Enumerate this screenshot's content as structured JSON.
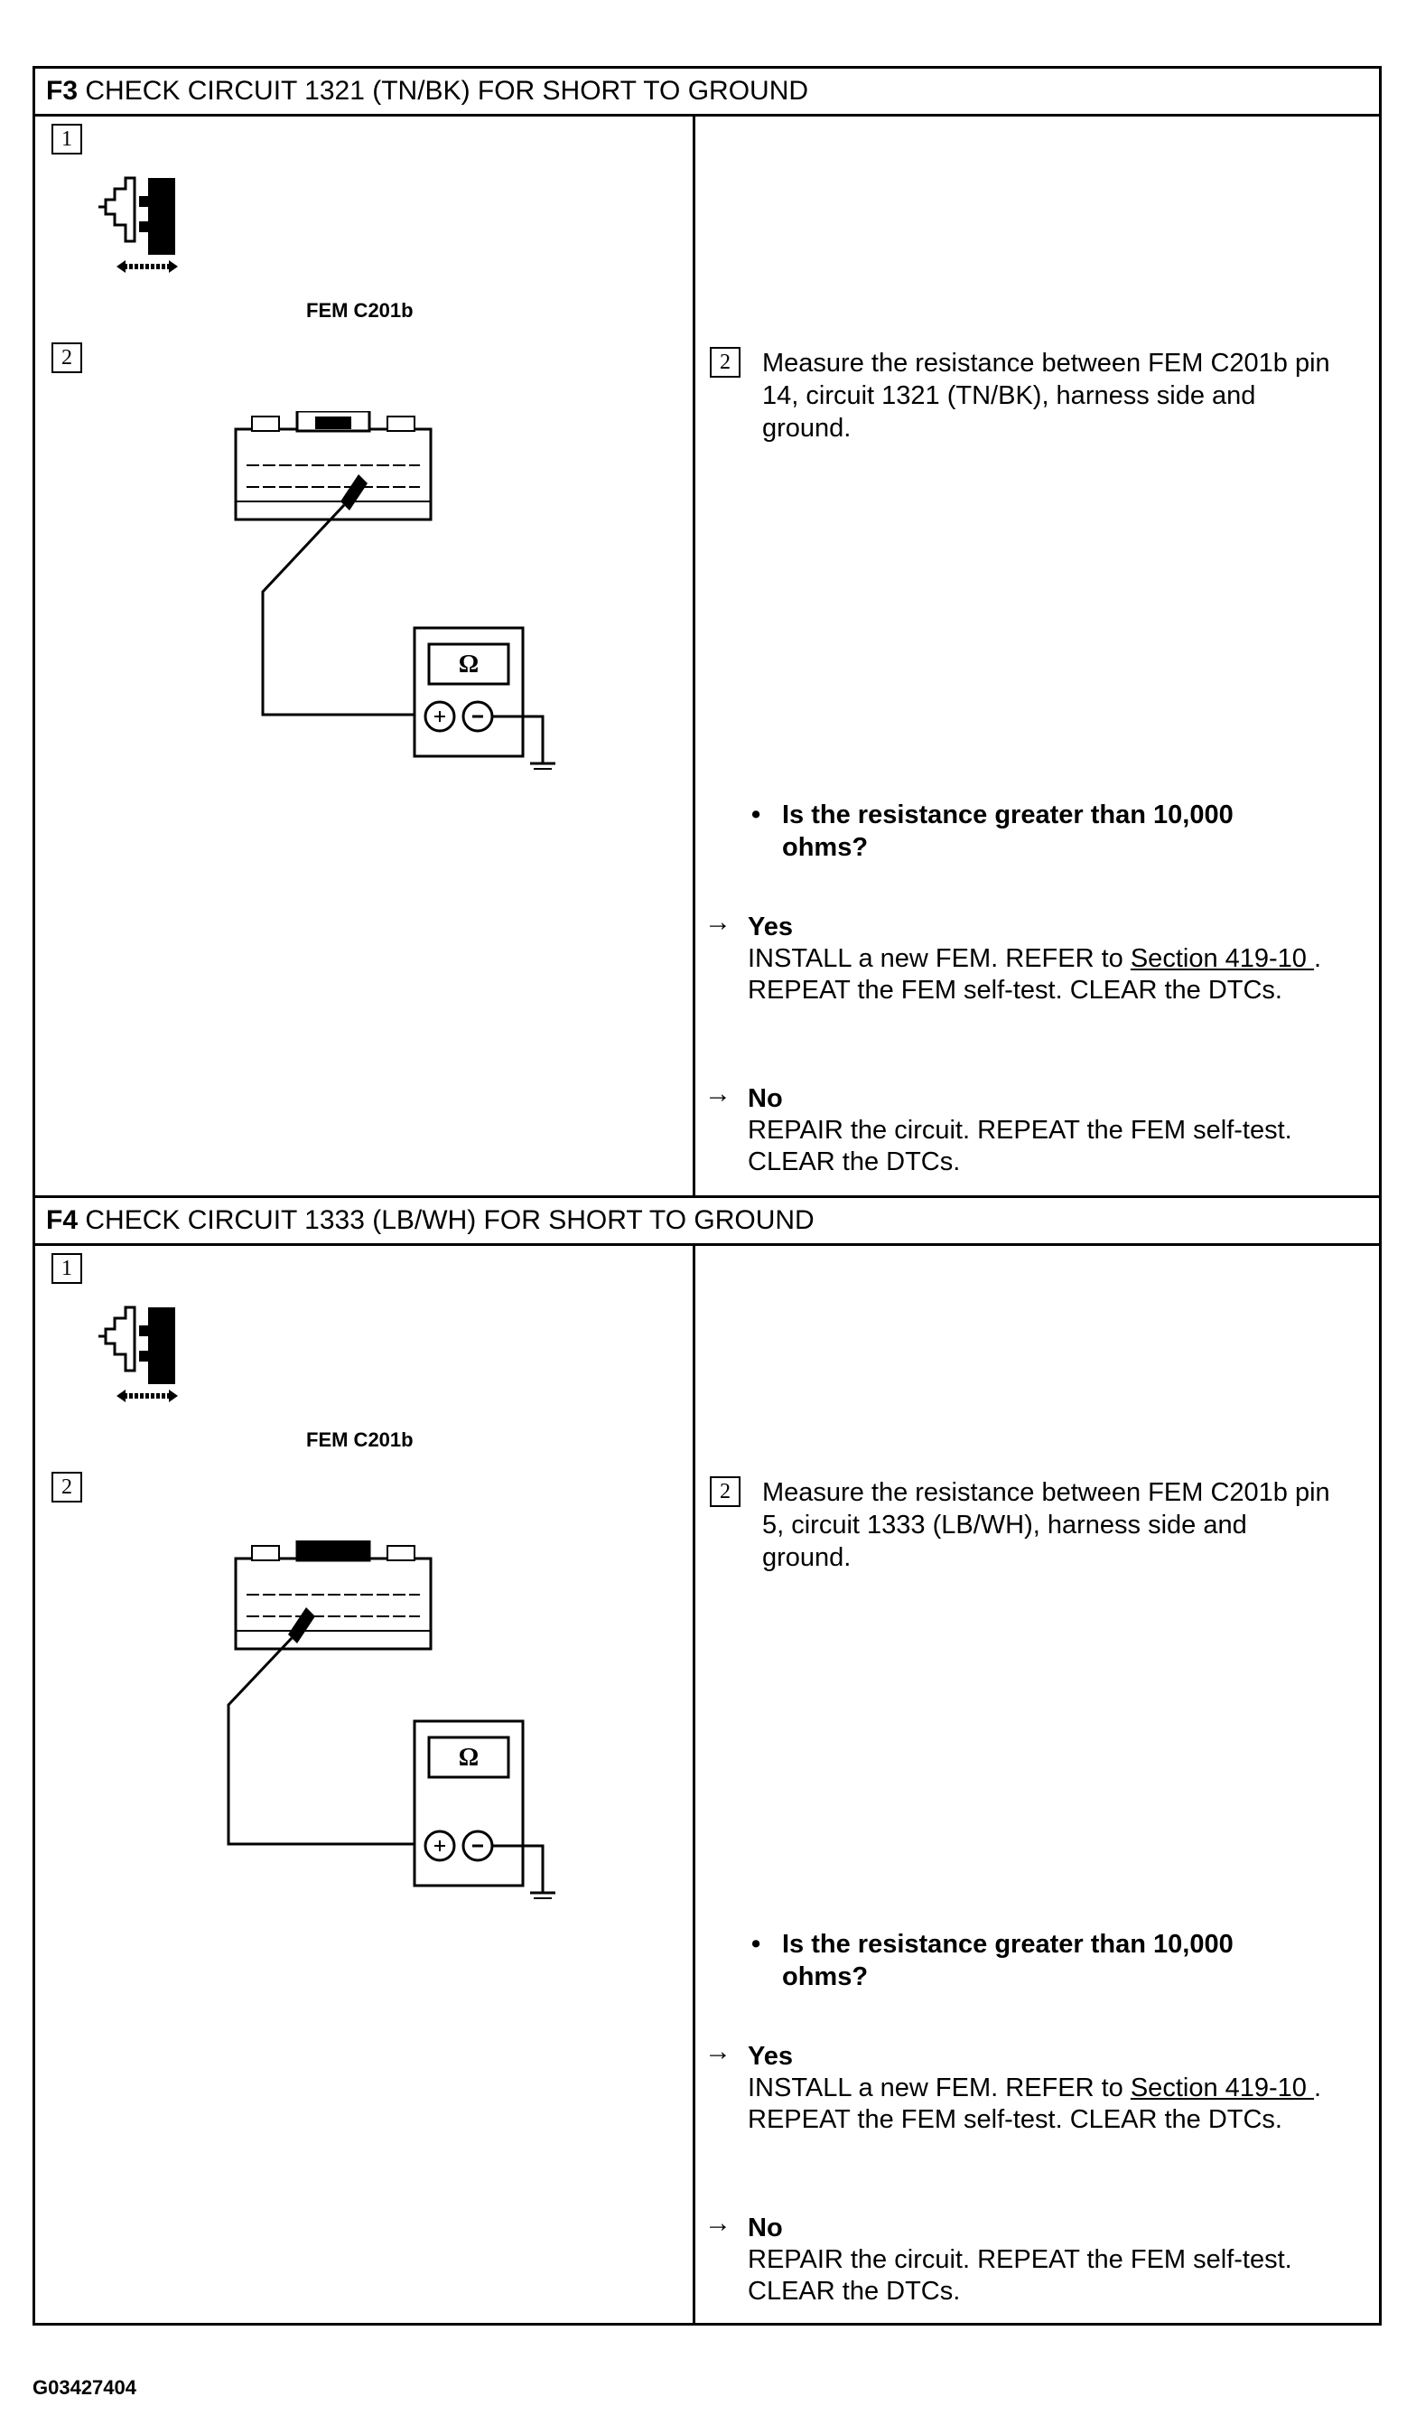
{
  "sections": [
    {
      "id": "F3",
      "title": "CHECK CIRCUIT 1321 (TN/BK) FOR SHORT TO GROUND",
      "step1_number": "1",
      "step2_number": "2",
      "connector_label": "FEM C201b",
      "meter_symbol": "Ω",
      "measure_text": "Measure the resistance between FEM C201b pin 14, circuit 1321 (TN/BK), harness side and ground.",
      "question": "Is the resistance greater than 10,000 ohms?",
      "yes_title": "Yes",
      "yes_text_before": "INSTALL a new FEM. REFER to ",
      "yes_link": "Section 419-10 ",
      "yes_text_after": ". REPEAT the FEM self-test. CLEAR the DTCs.",
      "no_title": "No",
      "no_text": "REPAIR the circuit. REPEAT the FEM self-test. CLEAR the DTCs."
    },
    {
      "id": "F4",
      "title": "CHECK CIRCUIT 1333 (LB/WH) FOR SHORT TO GROUND",
      "step1_number": "1",
      "step2_number": "2",
      "connector_label": "FEM C201b",
      "meter_symbol": "Ω",
      "measure_text": "Measure the resistance between FEM C201b pin 5, circuit 1333 (LB/WH), harness side and ground.",
      "question": "Is the resistance greater than 10,000 ohms?",
      "yes_title": "Yes",
      "yes_text_before": "INSTALL a new FEM. REFER to ",
      "yes_link": "Section 419-10 ",
      "yes_text_after": ". REPEAT the FEM self-test. CLEAR the DTCs.",
      "no_title": "No",
      "no_text": "REPAIR the circuit. REPEAT the FEM self-test. CLEAR the DTCs."
    }
  ],
  "arrow_glyph": "→",
  "bullet_glyph": "•",
  "figure_id": "G03427404"
}
